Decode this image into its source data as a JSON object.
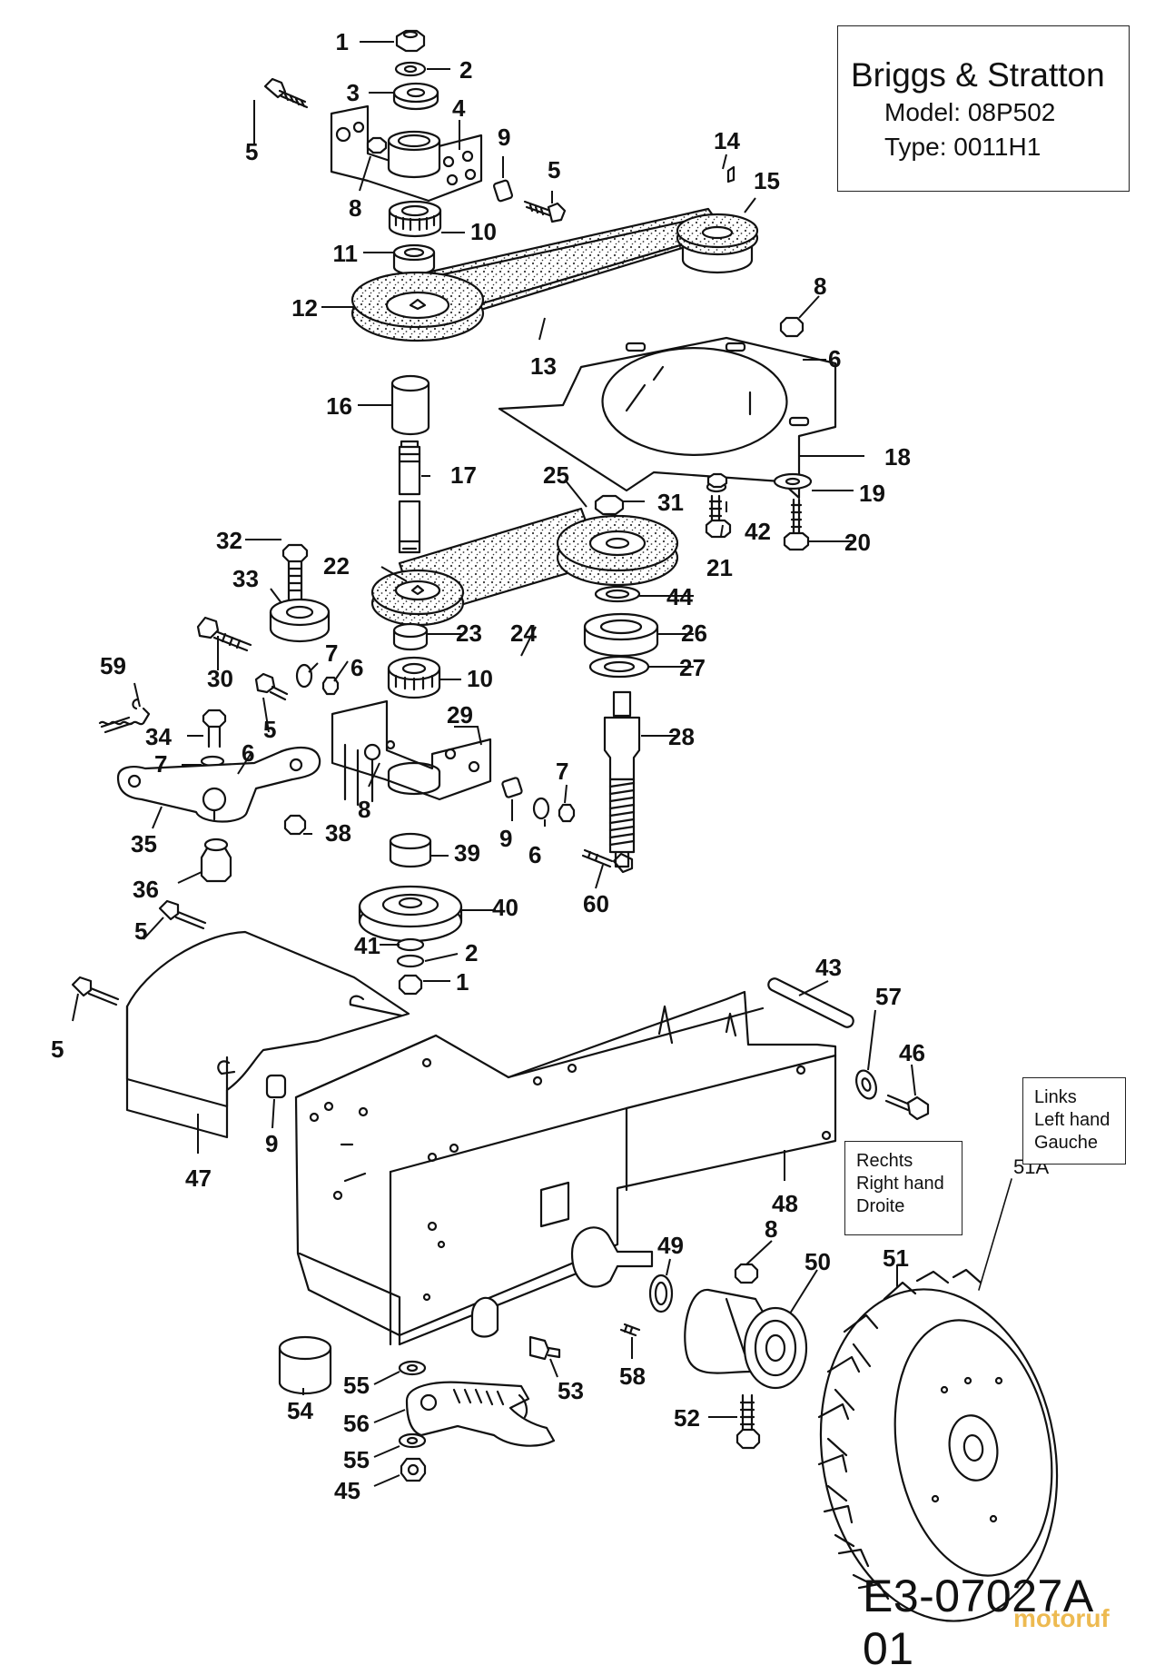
{
  "model_box": {
    "brand": "Briggs & Stratton",
    "model": "Model: 08P502",
    "type": "Type: 0011H1"
  },
  "side_left": {
    "line1": "Links",
    "line2": "Left hand",
    "line3": "Gauche"
  },
  "side_right": {
    "line1": "Rechts",
    "line2": "Right hand",
    "line3": "Droite"
  },
  "wheel_variant_label": "51A",
  "document_code": "E3-07027A 01",
  "watermark": "motoruf",
  "callouts": [
    "1",
    "2",
    "3",
    "4",
    "5",
    "5",
    "5",
    "5",
    "5",
    "6",
    "6",
    "6",
    "6",
    "7",
    "7",
    "7",
    "8",
    "8",
    "8",
    "8",
    "9",
    "9",
    "9",
    "10",
    "10",
    "11",
    "12",
    "13",
    "14",
    "15",
    "16",
    "17",
    "18",
    "19",
    "20",
    "21",
    "22",
    "23",
    "24",
    "25",
    "26",
    "27",
    "28",
    "29",
    "30",
    "31",
    "32",
    "33",
    "34",
    "35",
    "36",
    "38",
    "39",
    "40",
    "41",
    "2",
    "1",
    "42",
    "43",
    "44",
    "45",
    "46",
    "47",
    "48",
    "49",
    "50",
    "51",
    "52",
    "53",
    "54",
    "55",
    "55",
    "56",
    "57",
    "58",
    "59",
    "60"
  ],
  "colors": {
    "line": "#111111",
    "fill": "#ffffff",
    "speckle": "#333333"
  }
}
